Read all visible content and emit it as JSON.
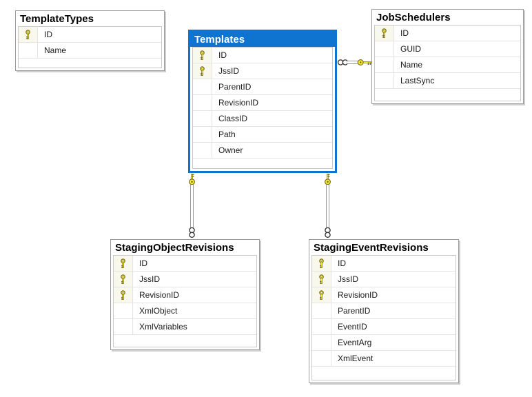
{
  "diagram": {
    "colors": {
      "canvas_bg": "#ffffff",
      "selected_accent": "#0f74cf",
      "selected_header_text": "#ffffff",
      "table_border": "#9b9b9b",
      "table_shadow": "#cdcdcd",
      "grid_border": "#c9c9c9",
      "row_divider": "#e4e4e4",
      "header_text": "#000000",
      "row_text": "#1a1a1a",
      "key_yellow": "#f9ee39",
      "key_outline": "#7a6e16",
      "pk_cell_bg": "#f8f8ec",
      "connector_gray": "#9a9a9a",
      "infinity_outline": "#2a2a2a"
    },
    "tables": {
      "templateTypes": {
        "title": "TemplateTypes",
        "selected": false,
        "columns": [
          {
            "name": "ID",
            "pk": true
          },
          {
            "name": "Name",
            "pk": false
          }
        ]
      },
      "templates": {
        "title": "Templates",
        "selected": true,
        "columns": [
          {
            "name": "ID",
            "pk": true
          },
          {
            "name": "JssID",
            "pk": true
          },
          {
            "name": "ParentID",
            "pk": false
          },
          {
            "name": "RevisionID",
            "pk": false
          },
          {
            "name": "ClassID",
            "pk": false
          },
          {
            "name": "Path",
            "pk": false
          },
          {
            "name": "Owner",
            "pk": false
          }
        ]
      },
      "jobSchedulers": {
        "title": "JobSchedulers",
        "selected": false,
        "columns": [
          {
            "name": "ID",
            "pk": true
          },
          {
            "name": "GUID",
            "pk": false
          },
          {
            "name": "Name",
            "pk": false
          },
          {
            "name": "LastSync",
            "pk": false
          }
        ]
      },
      "stagingObjectRevisions": {
        "title": "StagingObjectRevisions",
        "selected": false,
        "columns": [
          {
            "name": "ID",
            "pk": true
          },
          {
            "name": "JssID",
            "pk": true
          },
          {
            "name": "RevisionID",
            "pk": true
          },
          {
            "name": "XmlObject",
            "pk": false
          },
          {
            "name": "XmlVariables",
            "pk": false
          }
        ]
      },
      "stagingEventRevisions": {
        "title": "StagingEventRevisions",
        "selected": false,
        "columns": [
          {
            "name": "ID",
            "pk": true
          },
          {
            "name": "JssID",
            "pk": true
          },
          {
            "name": "RevisionID",
            "pk": true
          },
          {
            "name": "ParentID",
            "pk": false
          },
          {
            "name": "EventID",
            "pk": false
          },
          {
            "name": "EventArg",
            "pk": false
          },
          {
            "name": "XmlEvent",
            "pk": false
          }
        ]
      }
    },
    "relationships": [
      {
        "id": "templates-jobschedulers",
        "one_side": "JobSchedulers",
        "many_side": "Templates",
        "one_symbol": "key",
        "many_symbol": "infinity"
      },
      {
        "id": "templates-stagingobjectrevisions",
        "one_side": "Templates",
        "many_side": "StagingObjectRevisions",
        "one_symbol": "key",
        "many_symbol": "infinity"
      },
      {
        "id": "templates-stagingeventrevisions",
        "one_side": "Templates",
        "many_side": "StagingEventRevisions",
        "one_symbol": "key",
        "many_symbol": "infinity"
      }
    ]
  }
}
